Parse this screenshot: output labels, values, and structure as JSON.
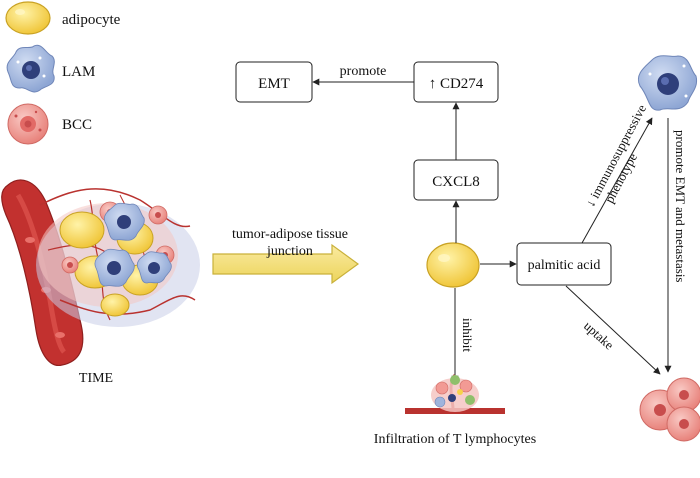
{
  "legend": {
    "items": [
      {
        "label": "adipocyte",
        "icon": "adipocyte-icon"
      },
      {
        "label": "LAM",
        "icon": "lam-icon"
      },
      {
        "label": "BCC",
        "icon": "bcc-icon"
      }
    ]
  },
  "labels": {
    "time": "TIME",
    "junction_line1": "tumor-adipose tissue",
    "junction_line2": "junction",
    "infiltration": "Infiltration of T lymphocytes"
  },
  "nodes": {
    "emt": "EMT",
    "cd274": "↑ CD274",
    "cxcl8": "CXCL8",
    "palmitic": "palmitic acid"
  },
  "edges": {
    "promote": "promote",
    "inhibit": "inhibit",
    "uptake": "uptake",
    "immuno_line1": "↓ immunosuppressive",
    "immuno_line2": "phenotype",
    "emt_metastasis": "promote EMT and metastasis"
  },
  "colors": {
    "adipocyte_fill": "#f6d24a",
    "adipocyte_stroke": "#c9a224",
    "lam_fill": "#9fb4dc",
    "lam_nucleus": "#2f3f7a",
    "bcc_fill": "#f2a6a0",
    "bcc_nucleus": "#c84d4d",
    "vessel": "#c2312f",
    "arrow_fill": "#f3de6a",
    "arrow_stroke": "#c9b13a"
  }
}
